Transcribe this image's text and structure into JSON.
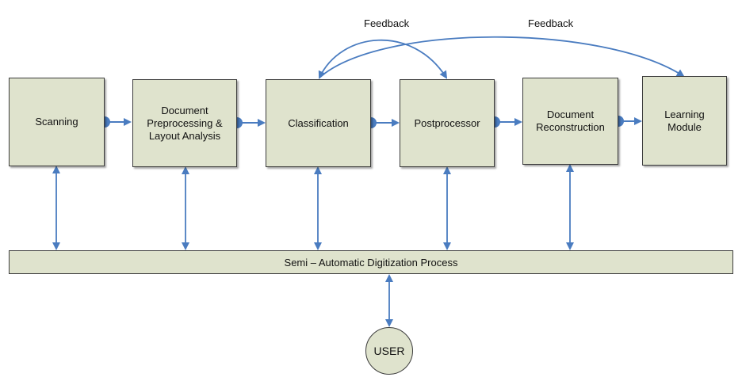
{
  "colors": {
    "box_fill": "#dfe3cd",
    "box_border": "#3c3c3c",
    "connector": "#4a7cc0"
  },
  "stages": {
    "scanning": "Scanning",
    "preprocessing": "Document\nPreprocessing &\nLayout Analysis",
    "classification": "Classification",
    "postprocessor": "Postprocessor",
    "reconstruction": "Document\nReconstruction",
    "learning": "Learning\nModule"
  },
  "process_bar": "Semi – Automatic Digitization Process",
  "user": "USER",
  "feedback_labels": [
    "Feedback",
    "Feedback"
  ]
}
